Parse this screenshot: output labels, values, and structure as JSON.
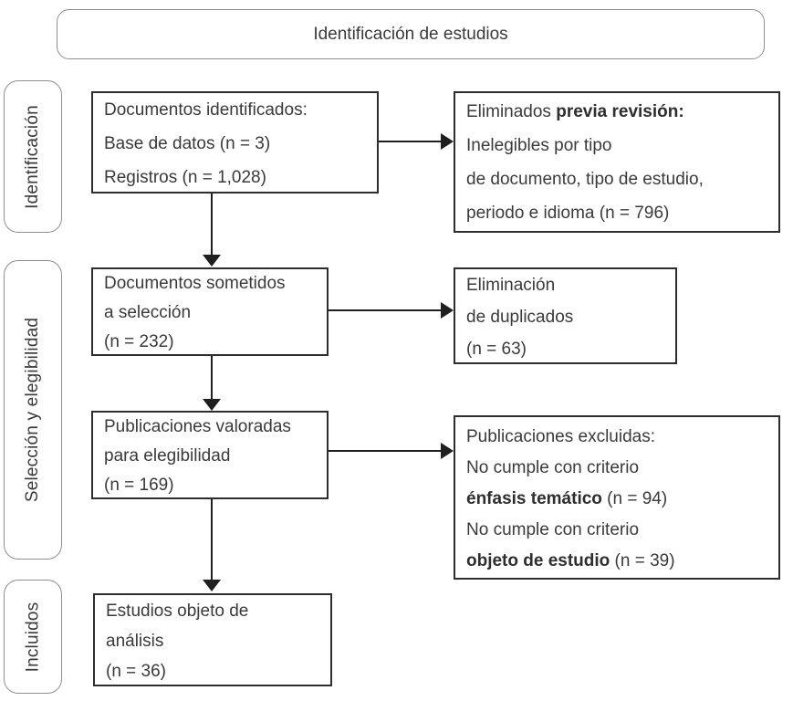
{
  "header": {
    "title": "Identificación de estudios"
  },
  "stages": {
    "identification": "Identificación",
    "screening": "Selección y elegibilidad",
    "included": "Incluidos"
  },
  "boxes": {
    "identified": {
      "line1": "Documentos identificados:",
      "line2": "Base de datos (n = 3)",
      "line3": "Registros (n = 1,028)"
    },
    "eliminated_prior": {
      "line1_normal": "Eliminados ",
      "line1_bold": "previa revisión:",
      "line2": "Inelegibles por tipo",
      "line3": "de documento, tipo de estudio,",
      "line4": "periodo e idioma (n = 796)"
    },
    "screened": {
      "line1": "Documentos sometidos",
      "line2": "a selección",
      "line3": "(n = 232)"
    },
    "duplicates": {
      "line1": "Eliminación",
      "line2": "de duplicados",
      "line3": "(n = 63)"
    },
    "assessed": {
      "line1": "Publicaciones valoradas",
      "line2": "para elegibilidad",
      "line3": "(n = 169)"
    },
    "excluded": {
      "line1": "Publicaciones excluidas:",
      "line2": "No cumple con criterio",
      "line3_bold": "énfasis temático",
      "line3_normal": " (n = 94)",
      "line4": "No cumple con criterio",
      "line5_bold": "objeto de estudio",
      "line5_normal": " (n = 39)"
    },
    "included_studies": {
      "line1": "Estudios objeto de",
      "line2": "análisis",
      "line3": "(n = 36)"
    }
  },
  "colors": {
    "box_border": "#2e2e2e",
    "rounded_border": "#8f8f8f",
    "text": "#3a3a3a",
    "arrow": "#1f1f1f"
  }
}
